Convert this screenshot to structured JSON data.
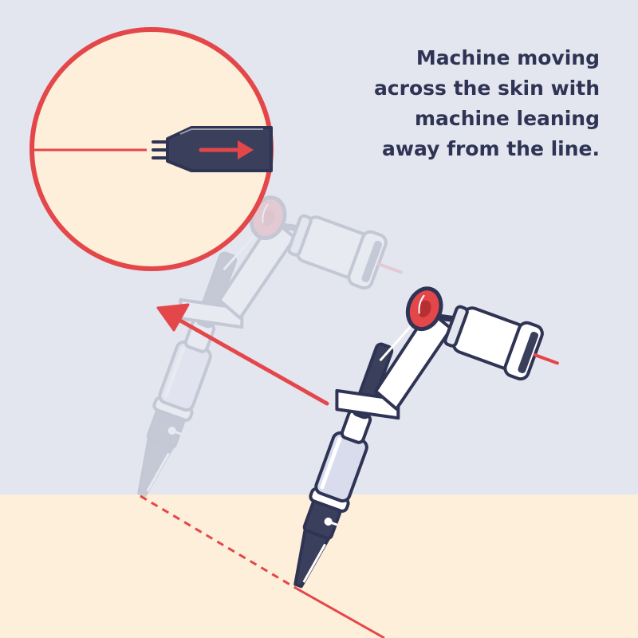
{
  "caption": {
    "lines": [
      "Machine moving",
      "across the skin with",
      "machine leaning",
      "away from the line."
    ]
  },
  "colors": {
    "background": "#e3e6ef",
    "skin": "#fdefd9",
    "accent_red": "#e4474a",
    "outline_navy": "#2f3454",
    "machine_fill": "#ffffff",
    "grip_fill": "#d9dcec",
    "text": "#2f3454"
  },
  "icons": {
    "zoom_inset": "magnified-needle-tip-icon",
    "direction_arrow": "left-arrow-icon",
    "machine_current": "tattoo-machine-icon",
    "machine_previous": "tattoo-machine-ghost-icon"
  }
}
